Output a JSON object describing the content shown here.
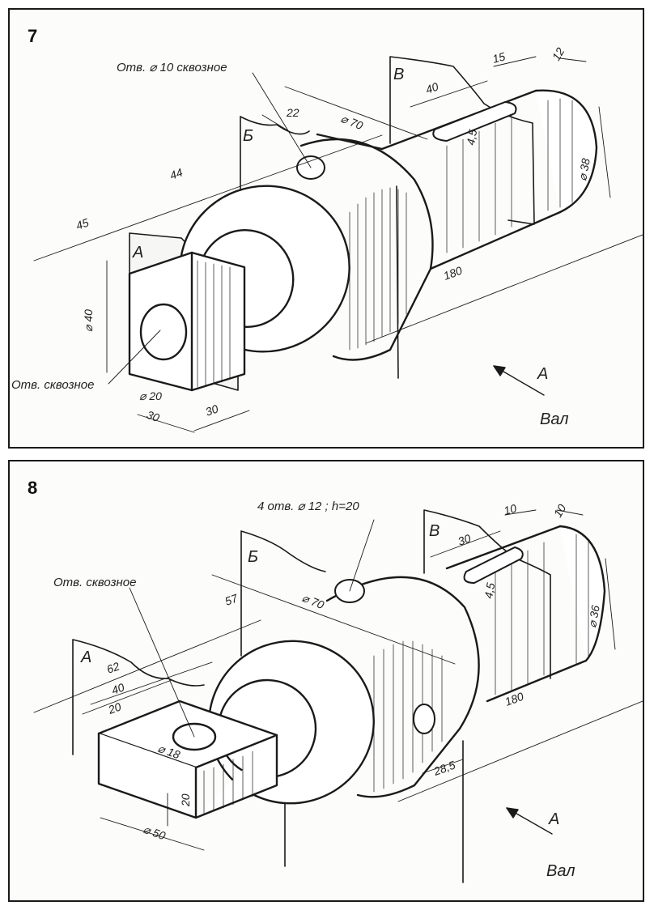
{
  "panel7": {
    "number": "7",
    "hole_note": "Отв. ⌀ 10 сквозное",
    "through_note": "Отв. сквозное",
    "sections": {
      "a": "А",
      "b": "Б",
      "v": "В"
    },
    "dims": {
      "d70": "⌀ 70",
      "d40": "⌀ 40",
      "d20": "⌀ 20",
      "d38": "⌀ 38",
      "l22": "22",
      "l44": "44",
      "l45": "45",
      "l180": "180",
      "l30a": "30",
      "l30b": "30",
      "l40": "40",
      "l15": "15",
      "l12": "12",
      "l45b": "4,5"
    },
    "view": "А",
    "part_name": "Вал"
  },
  "panel8": {
    "number": "8",
    "hole_note": "4 отв. ⌀ 12 ; h=20",
    "through_note": "Отв. сквозное",
    "sections": {
      "a": "А",
      "b": "Б",
      "v": "В"
    },
    "dims": {
      "d70": "⌀ 70",
      "d18": "⌀ 18",
      "d50": "⌀ 50",
      "d36": "⌀ 36",
      "l57": "57",
      "l62": "62",
      "l40": "40",
      "l20a": "20",
      "l20b": "20",
      "l180": "180",
      "l285": "28,5",
      "l30": "30",
      "l10a": "10",
      "l10b": "10",
      "l45": "4,5"
    },
    "view": "А",
    "part_name": "Вал"
  }
}
